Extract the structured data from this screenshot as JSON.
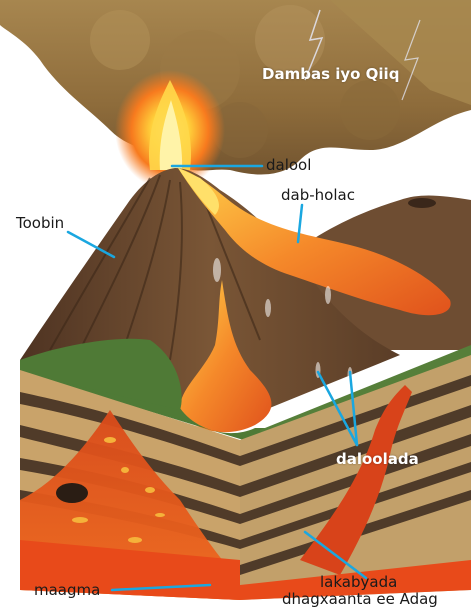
{
  "labels": {
    "ash_cloud": "Dambas iyo Qiiq",
    "crater": "dalool",
    "lava_flow": "dab-holac",
    "cone": "Toobin",
    "vents": "daloolada",
    "magma": "maagma",
    "rock_layers_line1": "lakabyada",
    "rock_layers_line2": "dhagxaanta ee Adag"
  },
  "colors": {
    "leader_line": "#1aa7e0",
    "lava": "#f0631e",
    "magma": "#e8401a",
    "ash": "#9a7a45",
    "grass": "#4f7a36",
    "mountain": "#6b4a30"
  }
}
